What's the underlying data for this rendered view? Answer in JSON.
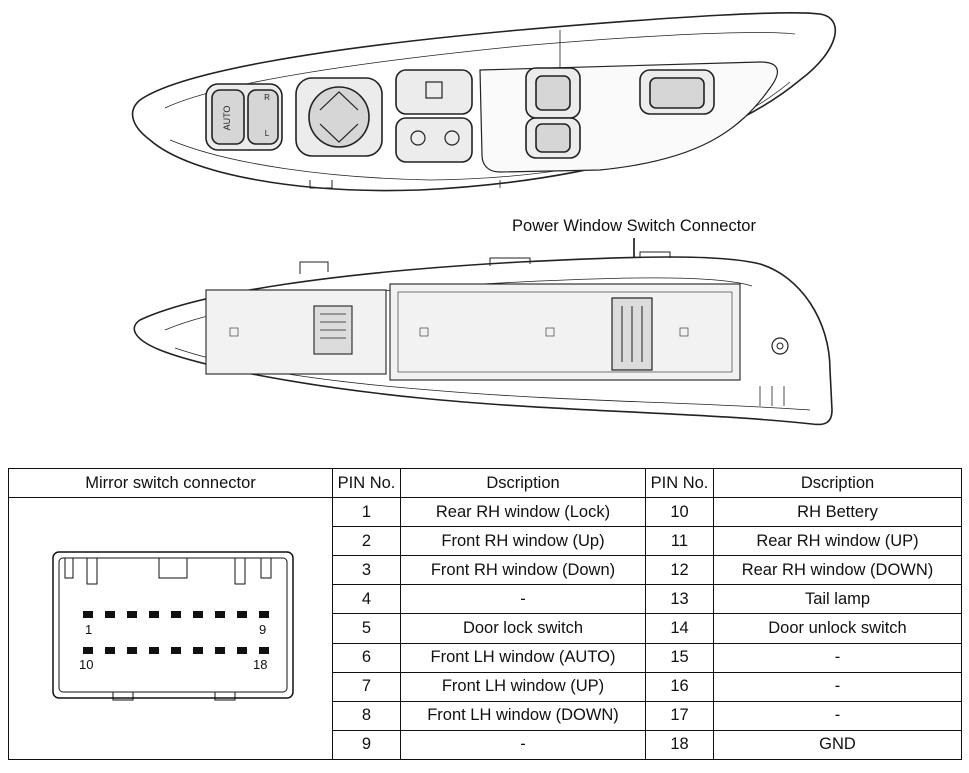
{
  "callout_label": "Power Window Switch Connector",
  "switch_labels": {
    "auto": "AUTO",
    "right": "R",
    "left": "L"
  },
  "connector_pin_labels": {
    "first": "1",
    "ninth": "9",
    "tenth": "10",
    "last": "18"
  },
  "table": {
    "headers": {
      "connector": "Mirror switch connector",
      "pin_left": "PIN No.",
      "desc_left": "Dscription",
      "pin_right": "PIN No.",
      "desc_right": "Dscription"
    },
    "rows": [
      {
        "pin_a": "1",
        "desc_a": "Rear RH window (Lock)",
        "pin_b": "10",
        "desc_b": "RH Bettery"
      },
      {
        "pin_a": "2",
        "desc_a": "Front RH window (Up)",
        "pin_b": "11",
        "desc_b": "Rear RH window (UP)"
      },
      {
        "pin_a": "3",
        "desc_a": "Front RH window (Down)",
        "pin_b": "12",
        "desc_b": "Rear RH window (DOWN)"
      },
      {
        "pin_a": "4",
        "desc_a": "-",
        "pin_b": "13",
        "desc_b": "Tail lamp"
      },
      {
        "pin_a": "5",
        "desc_a": "Door lock switch",
        "pin_b": "14",
        "desc_b": "Door unlock switch"
      },
      {
        "pin_a": "6",
        "desc_a": "Front LH window (AUTO)",
        "pin_b": "15",
        "desc_b": "-"
      },
      {
        "pin_a": "7",
        "desc_a": "Front LH window (UP)",
        "pin_b": "16",
        "desc_b": "-"
      },
      {
        "pin_a": "8",
        "desc_a": "Front LH window (DOWN)",
        "pin_b": "17",
        "desc_b": "-"
      },
      {
        "pin_a": "9",
        "desc_a": "-",
        "pin_b": "18",
        "desc_b": "GND"
      }
    ]
  }
}
